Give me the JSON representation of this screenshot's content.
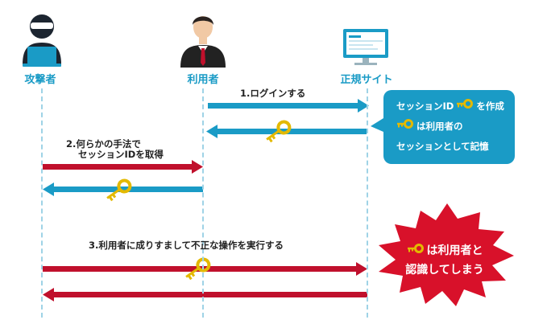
{
  "actors": {
    "attacker": {
      "label": "攻撃者",
      "icon": "hacker-laptop-icon"
    },
    "user": {
      "label": "利用者",
      "icon": "businessman-icon"
    },
    "site": {
      "label": "正規サイト",
      "icon": "website-monitor-icon"
    }
  },
  "messages": {
    "login": "1.ログインする",
    "steal_line1": "2.何らかの手法で",
    "steal_line2": "セッションIDを取得",
    "impersonate": "3.利用者に成りすまして不正な操作を実行する"
  },
  "callout": {
    "line1": "セッションID",
    "line1_suffix": "を作成",
    "line2": "は利用者の",
    "line3": "セッションとして記憶"
  },
  "burst": {
    "line1": "は利用者と",
    "line2": "認識してしまう"
  },
  "colors": {
    "blue": "#1a9bc6",
    "red": "#c0102c",
    "burst_red": "#d8112a",
    "key_gold": "#e3b900",
    "lifeline": "#9fd3e6"
  }
}
